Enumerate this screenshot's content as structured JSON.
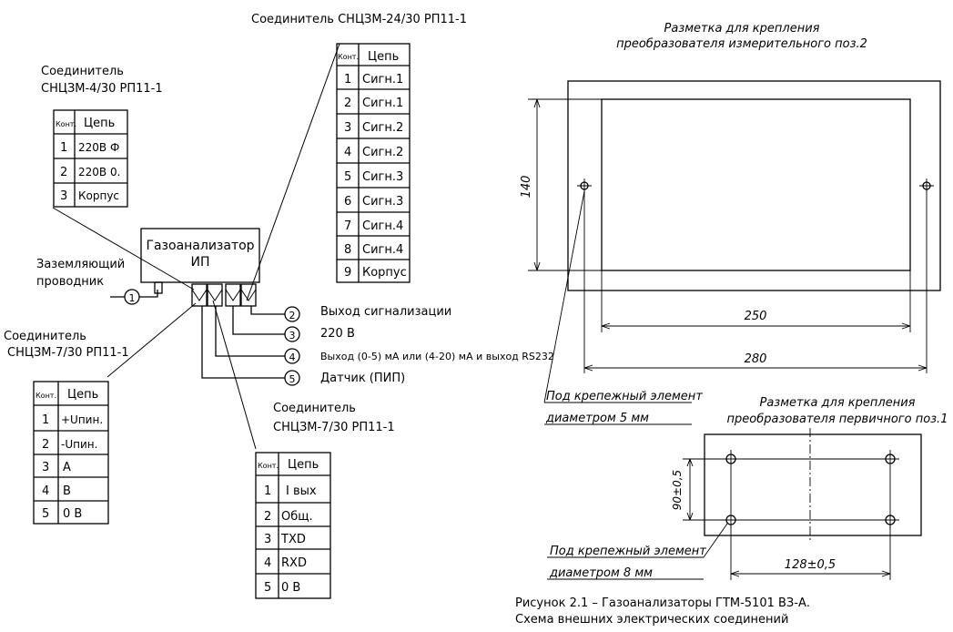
{
  "meter_title": "Газоанализатор",
  "meter_subtitle": "ИП",
  "ground_label_1": "Заземляющий",
  "ground_label_2": "проводник",
  "c4": {
    "title_1": "Соединитель",
    "title_2": "СНЦЗМ-4/30 РП11-1",
    "head_pin": "Конт.",
    "head_circuit": "Цепь",
    "rows": [
      {
        "pin": "1",
        "circuit": "220В Ф"
      },
      {
        "pin": "2",
        "circuit": "220В 0."
      },
      {
        "pin": "3",
        "circuit": "Корпус"
      }
    ]
  },
  "c24": {
    "title": "Соединитель СНЦЗМ-24/30 РП11-1",
    "head_pin": "Конт.",
    "head_circuit": "Цепь",
    "rows": [
      {
        "pin": "1",
        "circuit": "Сигн.1"
      },
      {
        "pin": "2",
        "circuit": "Сигн.1"
      },
      {
        "pin": "3",
        "circuit": "Сигн.2"
      },
      {
        "pin": "4",
        "circuit": "Сигн.2"
      },
      {
        "pin": "5",
        "circuit": "Сигн.3"
      },
      {
        "pin": "6",
        "circuit": "Сигн.3"
      },
      {
        "pin": "7",
        "circuit": "Сигн.4"
      },
      {
        "pin": "8",
        "circuit": "Сигн.4"
      },
      {
        "pin": "9",
        "circuit": "Корпус"
      }
    ]
  },
  "c7a": {
    "title_1": "Соединитель",
    "title_2": "СНЦЗМ-7/30 РП11-1",
    "head_pin": "Конт.",
    "head_circuit": "Цепь",
    "rows": [
      {
        "pin": "1",
        "circuit": "+Uпин."
      },
      {
        "pin": "2",
        "circuit": "-Uпин."
      },
      {
        "pin": "3",
        "circuit": "А"
      },
      {
        "pin": "4",
        "circuit": "В"
      },
      {
        "pin": "5",
        "circuit": "0 В"
      }
    ]
  },
  "c7b": {
    "title_1": "Соединитель",
    "title_2": "СНЦЗМ-7/30 РП11-1",
    "head_pin": "Конт.",
    "head_circuit": "Цепь",
    "rows": [
      {
        "pin": "1",
        "circuit": "I вых"
      },
      {
        "pin": "2",
        "circuit": "Общ."
      },
      {
        "pin": "3",
        "circuit": "TXD"
      },
      {
        "pin": "4",
        "circuit": "RXD"
      },
      {
        "pin": "5",
        "circuit": "0 В"
      }
    ]
  },
  "cables": [
    {
      "num": "1",
      "label": ""
    },
    {
      "num": "2",
      "label": "Выход сигнализации"
    },
    {
      "num": "3",
      "label": "220 В"
    },
    {
      "num": "4",
      "label": "Выход (0-5) мА или (4-20) мА и выход RS232"
    },
    {
      "num": "5",
      "label": "Датчик (ПИП)"
    }
  ],
  "meas_title_1": "Разметка для крепления",
  "meas_title_2": "преобразователя измерительного поз.2",
  "dim_140": "140",
  "dim_250": "250",
  "dim_280": "280",
  "hole_note_1": "Под крепежный элемент",
  "hole_note_2": "диаметром 5 мм",
  "prim_title_1": "Разметка для крепления",
  "prim_title_2": "преобразователя первичного поз.1",
  "dim_90": "90±0,5",
  "dim_128": "128±0,5",
  "hole_note_3": "Под крепежный элемент",
  "hole_note_4": "диаметром 8 мм",
  "caption_1": "Рисунок 2.1 – Газоанализаторы ГТМ-5101 ВЗ-А.",
  "caption_2": "Схема внешних электрических соединений"
}
